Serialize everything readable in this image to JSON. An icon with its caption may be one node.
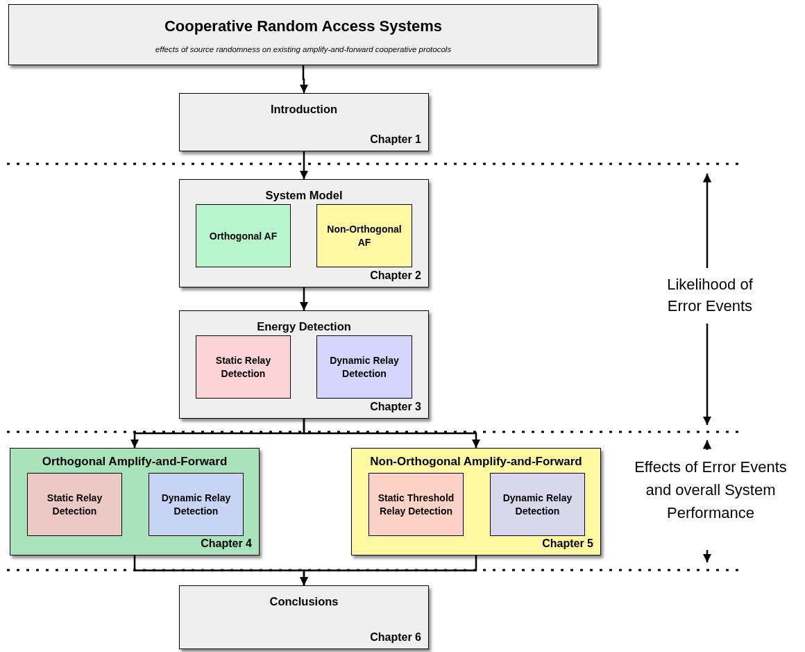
{
  "diagram": {
    "nodes": [
      {
        "text": [
          "Cooperative Random Access Systems",
          "effects of source randomness on existing amplify-and-forward cooperative protocols"
        ]
      },
      {
        "text": [
          "Introduction",
          "Chapter 1"
        ]
      },
      {
        "text": [
          "System Model",
          "Chapter 2"
        ]
      },
      {
        "text": [
          "Orthogonal AF"
        ],
        "in": 2
      },
      {
        "text": [
          "Non-Orthogonal AF"
        ],
        "in": 2
      },
      {
        "text": [
          "Energy Detection",
          "Chapter 3"
        ]
      },
      {
        "text": [
          "Static Relay Detection"
        ],
        "in": 5
      },
      {
        "text": [
          "Dynamic Relay Detection"
        ],
        "in": 5
      },
      {
        "text": [
          "Orthogonal Amplify-and-Forward",
          "Chapter 4"
        ]
      },
      {
        "text": [
          "Static Relay Detection"
        ],
        "in": 8
      },
      {
        "text": [
          "Dynamic Relay Detection"
        ],
        "in": 8
      },
      {
        "text": [
          "Non-Orthogonal Amplify-and-Forward",
          "Chapter 5"
        ]
      },
      {
        "text": [
          "Static Threshold Relay Detection"
        ],
        "in": 11
      },
      {
        "text": [
          "Dynamic Relay Detection"
        ],
        "in": 11
      },
      {
        "text": [
          "Conclusions",
          "Chapter 6"
        ]
      }
    ],
    "edges": [
      {
        "from": 0,
        "to": 1,
        "arrow": "to"
      },
      {
        "from": 1,
        "to": 2,
        "arrow": "to"
      },
      {
        "from": 2,
        "to": 5,
        "arrow": "to"
      },
      {
        "from": 5,
        "to": 8,
        "arrow": "to"
      },
      {
        "from": 5,
        "to": 11,
        "arrow": "to"
      },
      {
        "from": 8,
        "to": 14,
        "arrow": "to"
      },
      {
        "from": 11,
        "to": 14,
        "arrow": "to"
      }
    ],
    "labels": [
      "Likelihood of Error Events",
      "Effects of Error Events and overall System Performance"
    ]
  }
}
